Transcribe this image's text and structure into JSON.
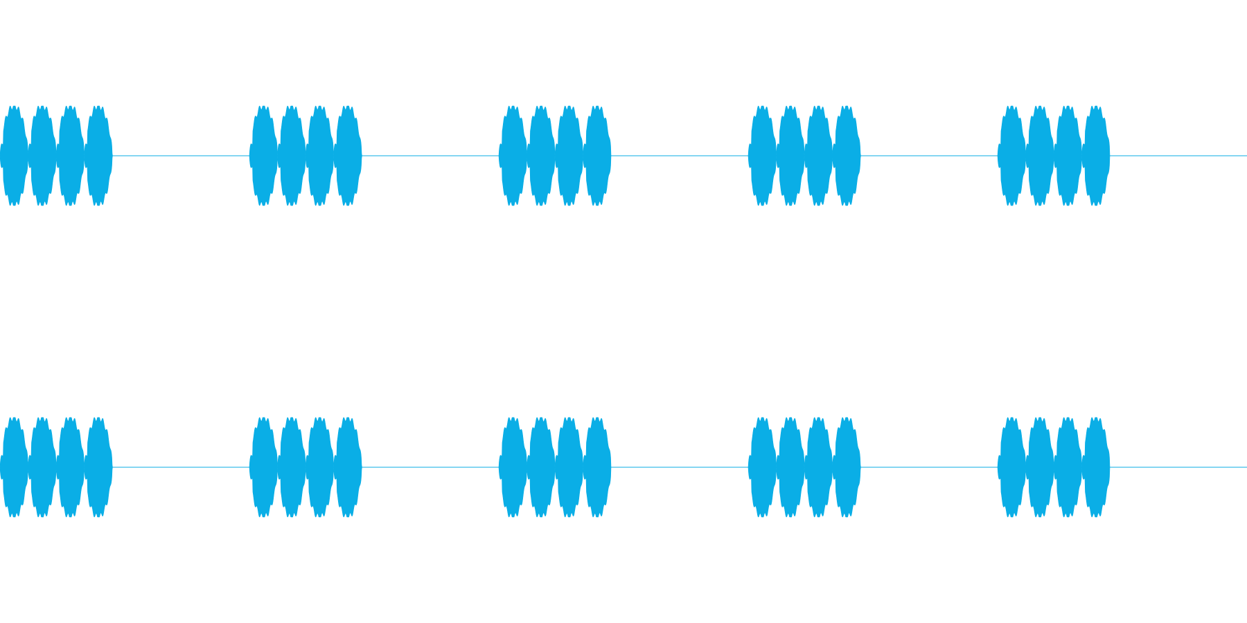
{
  "waveform": {
    "color": "#0aaee6",
    "duration_seconds": 10,
    "channels": [
      {
        "name": ""
      },
      {
        "name": ""
      }
    ],
    "pattern": {
      "burst_groups": 5,
      "pulses_per_group": 4,
      "group_period_seconds": 2.0,
      "group_length_seconds": 0.9,
      "peak_amplitude": 0.45
    }
  }
}
